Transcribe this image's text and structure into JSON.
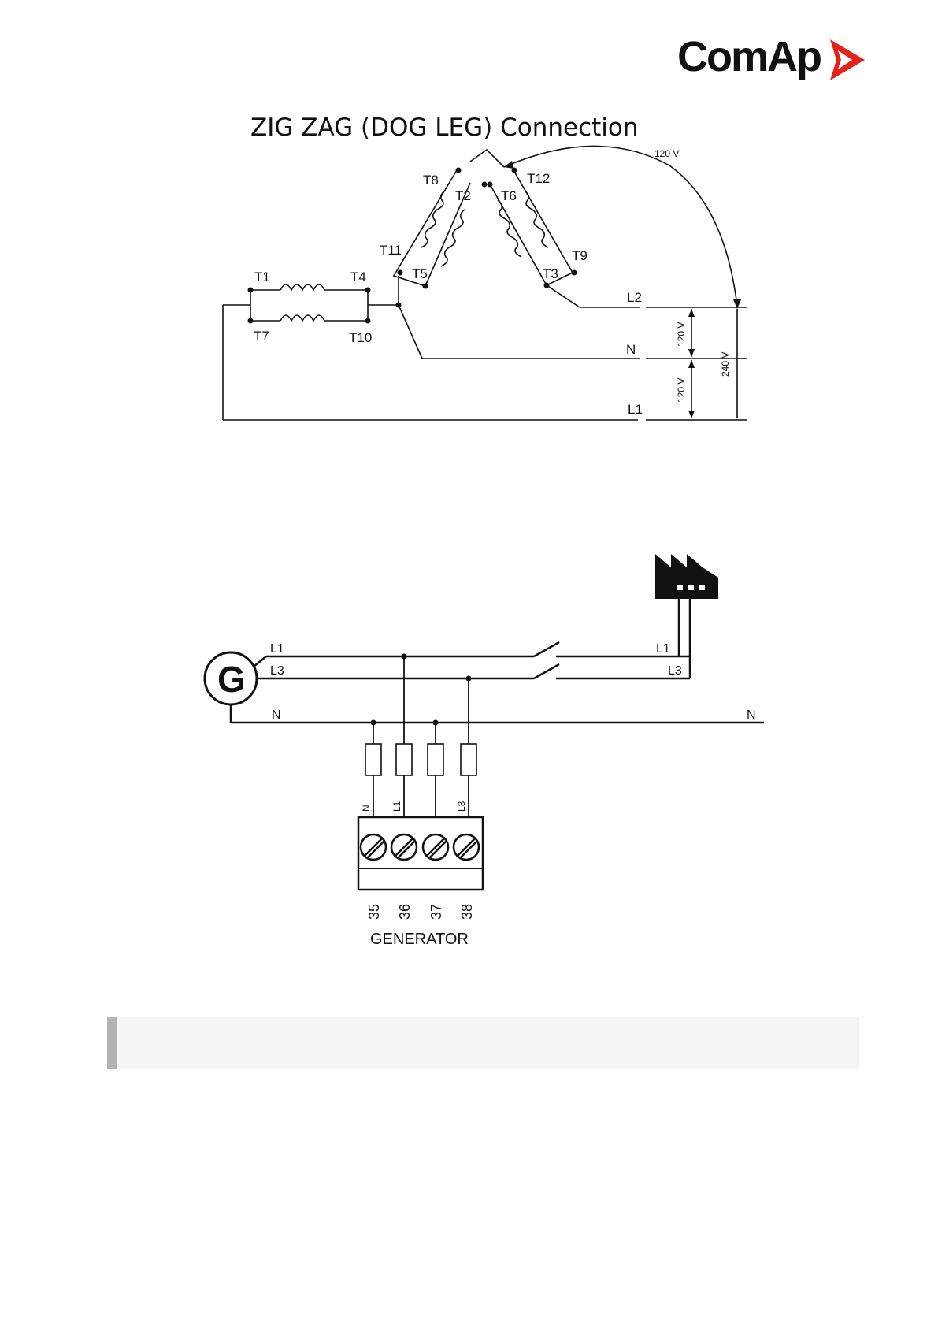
{
  "logo": {
    "text": "ComAp",
    "accent_color": "#e2231a"
  },
  "diagram1": {
    "title": "ZIG ZAG (DOG LEG) Connection",
    "terminals": {
      "t1": "T1",
      "t4": "T4",
      "t7": "T7",
      "t10": "T10",
      "t8": "T8",
      "t2": "T2",
      "t11": "T11",
      "t5": "T5",
      "t12": "T12",
      "t6": "T6",
      "t9": "T9",
      "t3": "T3"
    },
    "lines": {
      "l2": "L2",
      "n": "N",
      "l1": "L1"
    },
    "voltages": {
      "arc": "120 V",
      "l2_n": "120 V",
      "n_l1": "120 V",
      "l2_l1": "240 V"
    }
  },
  "diagram2": {
    "generator_symbol": "G",
    "lines_left": {
      "l1": "L1",
      "l3": "L3",
      "n": "N"
    },
    "lines_right": {
      "l1": "L1",
      "l3": "L3",
      "n": "N"
    },
    "fuse_labels": {
      "n": "N",
      "l1": "L1",
      "l3": "L3"
    },
    "terminal_numbers": [
      "35",
      "36",
      "37",
      "38"
    ],
    "connector_label": "GENERATOR",
    "load_icon": "factory-icon"
  },
  "note_bar": {
    "color": "#f5f5f5",
    "edge_color": "#b3b3b3"
  }
}
